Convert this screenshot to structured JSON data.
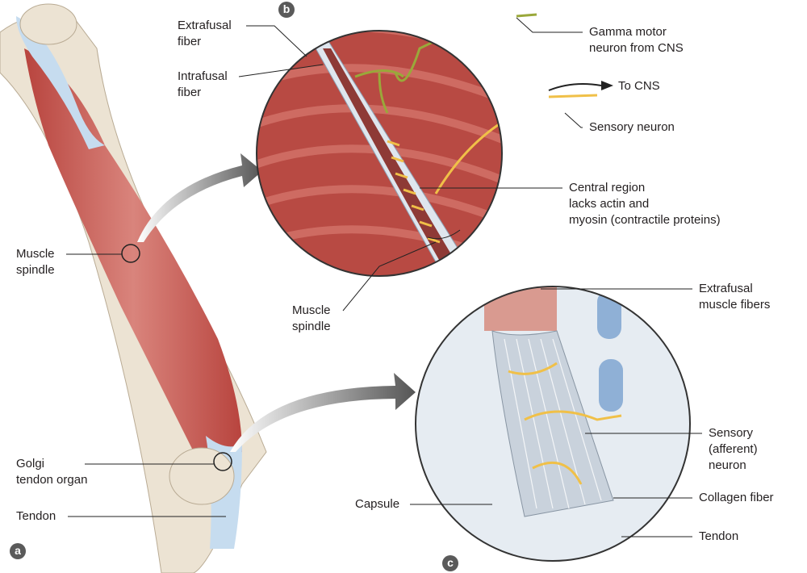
{
  "figure": {
    "panels": {
      "a": "a",
      "b": "b",
      "c": "c"
    },
    "labels": {
      "extrafusal_fiber": [
        "Extrafusal",
        "fiber"
      ],
      "intrafusal_fiber": [
        "Intrafusal",
        "fiber"
      ],
      "gamma_motor": [
        "Gamma motor",
        "neuron from CNS"
      ],
      "to_cns": "To CNS",
      "sensory_neuron": "Sensory neuron",
      "central_region": [
        "Central region",
        "lacks actin and",
        "myosin (contractile proteins)"
      ],
      "muscle_spindle_left": [
        "Muscle",
        "spindle"
      ],
      "muscle_spindle_b": [
        "Muscle",
        "spindle"
      ],
      "extrafusal_muscle_fibers": [
        "Extrafusal",
        "muscle fibers"
      ],
      "sensory_afferent": [
        "Sensory",
        "(afferent)",
        "neuron"
      ],
      "golgi_tendon_organ": [
        "Golgi",
        "tendon organ"
      ],
      "tendon_left": "Tendon",
      "capsule": "Capsule",
      "collagen_fiber": "Collagen fiber",
      "tendon_c": "Tendon"
    }
  },
  "colors": {
    "muscle": "#c8564f",
    "bone": "#ece3d3",
    "tendon": "#c6dcef",
    "nerve": "#f0c048",
    "gamma": "#9aa83a"
  }
}
